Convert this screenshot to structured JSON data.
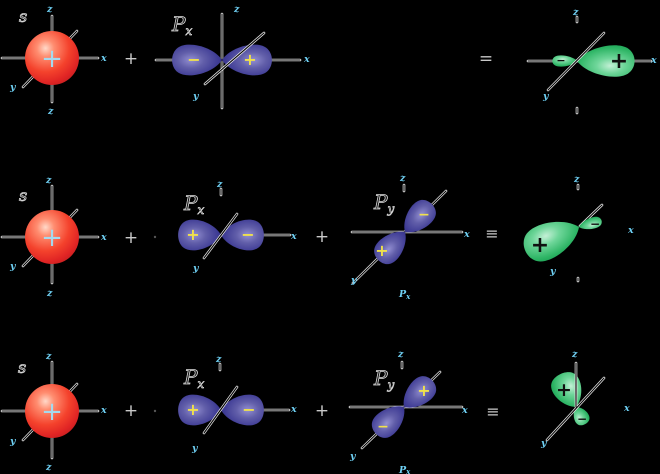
{
  "figure": "atomic orbital combination diagram",
  "colors": {
    "background": "#000000",
    "s_orbital": "#ee3424",
    "p_orbital": "#3d3a94",
    "hybrid_orbital": "#2db563",
    "axis_label": "#6fd1f5",
    "p_sign": "#f0e14c",
    "s_sign": "#a5d9ee",
    "hybrid_sign": "#111111",
    "operator": "#c9c9c9"
  },
  "rows": [
    {
      "s": {
        "label": "s",
        "sign": "+",
        "z": "z",
        "x": "x",
        "y": "y",
        "z2": "z"
      },
      "op1": "+",
      "px": {
        "main": "P",
        "sub": "x",
        "left": "−",
        "right": "+",
        "z": "z",
        "x": "x",
        "y": "y"
      },
      "eq": "=",
      "hy": {
        "big": "+",
        "small": "−",
        "z": "z",
        "x": "x",
        "y": "y"
      }
    },
    {
      "s": {
        "label": "s",
        "sign": "+",
        "z": "z",
        "x": "x",
        "y": "y",
        "z2": "z"
      },
      "op1": "+",
      "px": {
        "main": "P",
        "sub": "x",
        "left": "+",
        "right": "−",
        "z": "z",
        "x": "x",
        "y": "y"
      },
      "op2": "+",
      "py": {
        "main": "P",
        "sub": "y",
        "upper": "−",
        "lower": "+",
        "z": "z",
        "x": "x",
        "y": "y",
        "pxm": "P",
        "pxs": "x"
      },
      "eq": "≡",
      "hy": {
        "big": "+",
        "small": "−",
        "z": "z",
        "x": "x",
        "y": "y"
      }
    },
    {
      "s": {
        "label": "s",
        "sign": "+",
        "z": "z",
        "x": "x",
        "y": "y",
        "z2": "z"
      },
      "op1": "+",
      "px": {
        "main": "P",
        "sub": "x",
        "left": "+",
        "right": "−",
        "z": "z",
        "x": "x",
        "y": "y"
      },
      "op2": "+",
      "py": {
        "main": "P",
        "sub": "y",
        "upper": "+",
        "lower": "−",
        "z": "z",
        "x": "x",
        "y": "y",
        "pxm": "P",
        "pxs": "x"
      },
      "eq": "≡",
      "hy": {
        "big": "+",
        "small": "−",
        "z": "z",
        "x": "x",
        "y": "y"
      }
    }
  ]
}
